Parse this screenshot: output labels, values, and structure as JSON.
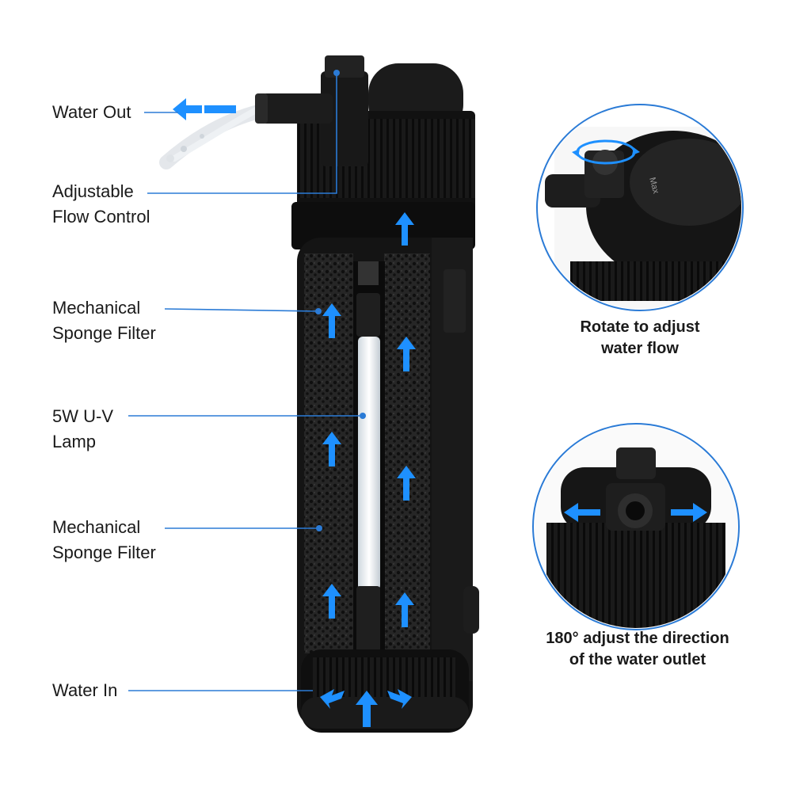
{
  "labels": {
    "water_out": "Water Out",
    "flow_control": [
      "Adjustable",
      "Flow Control"
    ],
    "sponge_top": [
      "Mechanical",
      "Sponge Filter"
    ],
    "uv_lamp": [
      "5W U-V",
      "Lamp"
    ],
    "sponge_bottom": [
      "Mechanical",
      "Sponge Filter"
    ],
    "water_in": "Water In"
  },
  "insets": {
    "top_caption": [
      "Rotate to adjust",
      "water flow"
    ],
    "bottom_caption": [
      "180° adjust the direction",
      "of the water outlet"
    ],
    "top_cap_text": "Max"
  },
  "colors": {
    "accent": "#1e90ff",
    "body": "#141414",
    "sponge": "#2b2b2b",
    "leader": "#2b7bd6"
  }
}
